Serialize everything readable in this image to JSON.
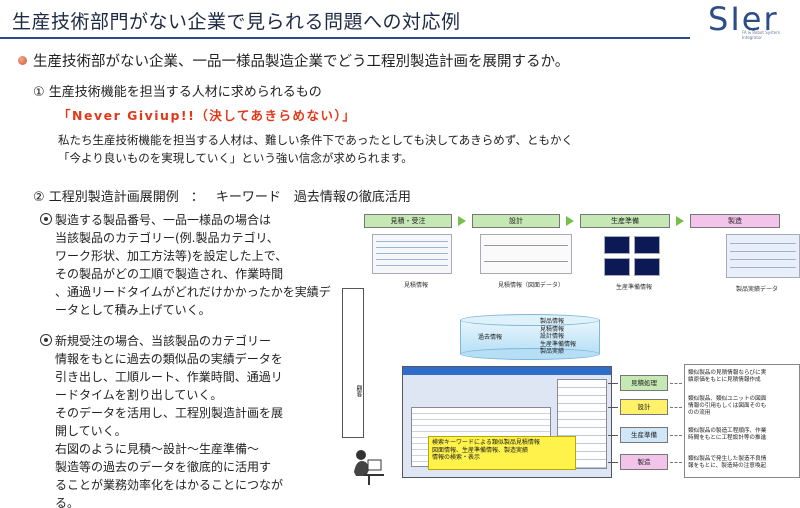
{
  "header": {
    "title": "生産技術部門がない企業で見られる問題への対応例",
    "logo": "SIer",
    "logo_sub": "FA & Robot System Integrator"
  },
  "main_bullet": "生産技術部がない企業、一品一様品製造企業でどう工程別製造計画を展開するか。",
  "section1": {
    "heading": "① 生産技術機能を担当する人材に求められるもの",
    "slogan": "「Never Giviup!!（決してあきらめない）」",
    "body": "私たち生産技術機能を担当する人材は、難しい条件下であったとしても決してあきらめず、ともかく\n「今より良いものを実現していく」という強い信念が求められます。"
  },
  "section2": {
    "heading_a": "② 工程別製造計画展開例",
    "heading_sep": "：",
    "heading_b": "キーワード　過去情報の徹底活用",
    "bullets": [
      "製造する製品番号、一品一様品の場合は\n当該製品のカテゴリー(例.製品カテゴリ、\nワーク形状、加工方法等)を設定した上で、\nその製品がどの工順で製造され、作業時間\n、通過リードタイムがどれだけかかったかを実績データとして積み上げていく。",
      "新規受注の場合、当該製品のカテゴリー\n情報をもとに過去の類似品の実績データを\n引き出し、工順ルート、作業時間、通過リ\nードタイムを割り出していく。\nそのデータを活用し、工程別製造計画を展\n開していく。\n右図のように見積～設計～生産準備～\n製造等の過去のデータを徹底的に活用す\nることが業務効率化をはかることにつなが\nる。"
    ]
  },
  "diagram": {
    "stages": [
      "見積・受注",
      "設計",
      "生産準備",
      "製造"
    ],
    "captions": [
      "見積情報",
      "見積情報（図面データ）",
      "生産準備情報",
      "製品実績データ"
    ],
    "customer": "顧客",
    "db_label": "過去情報",
    "db_items": [
      "製品情報",
      "見積情報",
      "設計情報",
      "生産準備情報",
      "製品実績"
    ],
    "search_box": "検索キーワードによる類似製品見積情報\n図面情報、生産準備情報、製造実績\n情報の検索・表示",
    "right_stages": [
      "見積処理",
      "設計",
      "生産準備",
      "製造"
    ],
    "notes": [
      "類似製品の見積情報ならびに実\n績原価をもとに見積情報作成",
      "類似製品、類似ユニットの図面\n情報の引用もしくは図面そのも\nのの流用",
      "類似製品の製造工程順序、作業\n時間をもとに工程設計等の推進",
      "類似製品で発生した製造不良情\n報をもとに、製造時の注意喚起"
    ],
    "colors": {
      "green": "#c5e8b4",
      "pink": "#f2c4ea",
      "blue": "#cfe7f8",
      "yellow": "#fff24a"
    }
  }
}
